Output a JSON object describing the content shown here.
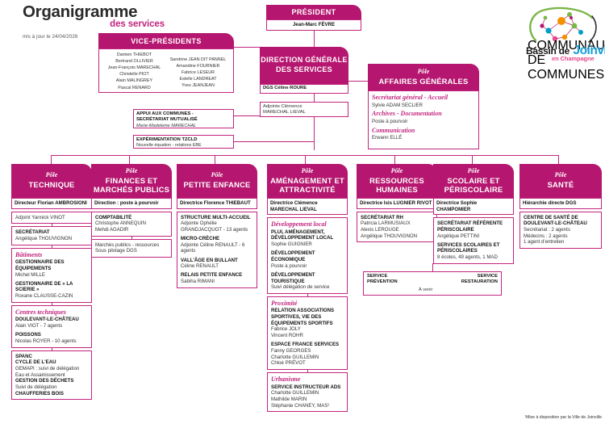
{
  "header": {
    "title_main": "Organigramme",
    "title_sub": "des services",
    "updated": "mis à jour le 24/04/2026"
  },
  "logo": {
    "line_small": "COMMUNAUTÉ DE COMMUNES",
    "line_main_1": "Bassin de",
    "line_main_2": "Joinville",
    "line_sub": "en Champagne"
  },
  "footnote": "¹Mise à disposition par la Ville de Joinville",
  "top": {
    "president": {
      "title": "PRÉSIDENT",
      "name": "Jean-Marc FÈVRE"
    },
    "vice_presidents": {
      "title": "VICE-PRÉSIDENTS",
      "col1": [
        "Damien THIEBOT",
        "Bertrand OLLIVIER",
        "Jean-François MARECHAL",
        "Christelle PIOT",
        "Alain MALINGREY",
        "Pascal RENARD"
      ],
      "col2": [
        "Sandrine JEAN DIT PANNEL",
        "Amandine FOURNIER",
        "Fabrice LESEUR",
        "Estelle LANDREAT",
        "Yves JEANJEAN"
      ]
    },
    "dgs": {
      "title": "DIRECTION GÉNÉRALE DES SERVICES",
      "name": "DGS Céline ROURE"
    },
    "adjointe": {
      "line1": "Adjointe Clémence",
      "line2": "MARECHAL LIEVAL"
    },
    "appui": {
      "title_line1": "APPUI AUX COMMUNES -",
      "title_line2": "SECRÉTARIAT MUTUALISÉ",
      "name": "Marie-Madeleine MARECHAL"
    },
    "tzcld": {
      "title": "EXPÉRIMENTATION TZCLD",
      "name": "Nouvelle équation - relations EBE"
    },
    "affaires_generales": {
      "pole_word": "Pôle",
      "name": "AFFAIRES GÉNÉRALES",
      "items": [
        {
          "head": "Secrétariat général - Accueil",
          "lines": [
            "Sylvie ADAM SECLIER"
          ]
        },
        {
          "head": "Archives - Documentation",
          "lines": [
            "Poste à pourvoir"
          ]
        },
        {
          "head": "Communication",
          "lines": [
            "Erwann ELLÉ"
          ]
        }
      ]
    }
  },
  "poles": [
    {
      "pole_word": "Pôle",
      "name": "TECHNIQUE",
      "director": "Directeur Florian AMBROSIONI",
      "blocks": [
        {
          "rows": [
            {
              "t": "Adjoint Yannick VINOT",
              "s": "n"
            }
          ]
        },
        {
          "rows": [
            {
              "t": "SECRÉTARIAT",
              "s": "b"
            },
            {
              "t": "Angélique THOUVIGNON",
              "s": "n"
            }
          ]
        },
        {
          "head": "Bâtiments",
          "rows": [
            {
              "t": "GESTIONNAIRE DES",
              "s": "b"
            },
            {
              "t": "ÉQUIPEMENTS",
              "s": "b"
            },
            {
              "t": "Michel MILLE",
              "s": "n"
            },
            {
              "t": "",
              "s": "sp"
            },
            {
              "t": "GESTIONNAIRE DE « LA",
              "s": "b"
            },
            {
              "t": "SCIERIE »",
              "s": "b"
            },
            {
              "t": "Roxane CLAUSSE-CAZIN",
              "s": "n"
            }
          ]
        },
        {
          "head": "Centres techniques",
          "rows": [
            {
              "t": "DOULEVANT-LE-CHÂTEAU",
              "s": "b"
            },
            {
              "t": "Alain VIOT - 7 agents",
              "s": "n"
            },
            {
              "t": "",
              "s": "sp"
            },
            {
              "t": "POISSONS",
              "s": "b"
            },
            {
              "t": "Nicolas ROYER - 10 agents",
              "s": "n"
            }
          ]
        },
        {
          "rows": [
            {
              "t": "SPANC",
              "s": "b"
            },
            {
              "t": "CYCLE DE L'EAU",
              "s": "b"
            },
            {
              "t": "GEMAPI : suivi de délégation",
              "s": "n"
            },
            {
              "t": "Eau et Assainissement",
              "s": "n"
            },
            {
              "t": "GESTION DES DÉCHETS",
              "s": "b"
            },
            {
              "t": "Suivi de délégation",
              "s": "n"
            },
            {
              "t": "CHAUFFERIES BOIS",
              "s": "b"
            }
          ]
        }
      ]
    },
    {
      "pole_word": "Pôle",
      "name": "FINANCES ET MARCHÉS PUBLICS",
      "director": "Direction : poste à pourvoir",
      "blocks": [
        {
          "rows": [
            {
              "t": "COMPTABILITÉ",
              "s": "b"
            },
            {
              "t": "Christophe ANNEQUIN",
              "s": "n"
            },
            {
              "t": "Mehdi AGADIR",
              "s": "n"
            }
          ]
        },
        {
          "rows": [
            {
              "t": "Marchés publics - ressources",
              "s": "n"
            },
            {
              "t": "Sous pilotage DGS",
              "s": "n"
            }
          ]
        }
      ]
    },
    {
      "pole_word": "Pôle",
      "name": "PETITE ENFANCE",
      "director": "Directrice Florence THIEBAUT",
      "blocks": [
        {
          "rows": [
            {
              "t": "STRUCTURE MULTI-ACCUEIL",
              "s": "b"
            },
            {
              "t": "Adjointe Ophélie",
              "s": "n"
            },
            {
              "t": "GRANDJACQUOT - 13 agents",
              "s": "n"
            },
            {
              "t": "",
              "s": "sp"
            },
            {
              "t": "MICRO-CRÈCHE",
              "s": "b"
            },
            {
              "t": "Adjointe Céline RENAULT - 6",
              "s": "n"
            },
            {
              "t": "agents",
              "s": "n"
            },
            {
              "t": "",
              "s": "sp"
            },
            {
              "t": "VALL'ÂGE EN BULLANT",
              "s": "b"
            },
            {
              "t": "Céline RENAULT",
              "s": "n"
            },
            {
              "t": "",
              "s": "sp"
            },
            {
              "t": "RELAIS PETITE ENFANCE",
              "s": "b"
            },
            {
              "t": "Sabiha RIMANI",
              "s": "n"
            }
          ]
        }
      ]
    },
    {
      "pole_word": "Pôle",
      "name": "AMÉNAGEMENT ET ATTRACTIVITÉ",
      "director": "Directrice Clémence MARECHAL LIEVAL",
      "blocks": [
        {
          "head": "Développement local",
          "rows": [
            {
              "t": "PLUI, AMÉNAGEMENT,",
              "s": "b"
            },
            {
              "t": "DÉVELOPPEMENT LOCAL",
              "s": "b"
            },
            {
              "t": "Sophie GUIGNIER",
              "s": "n"
            },
            {
              "t": "",
              "s": "sp"
            },
            {
              "t": "DÉVELOPPEMENT",
              "s": "b"
            },
            {
              "t": "ÉCONOMIQUE",
              "s": "b"
            },
            {
              "t": "Poste à pourvoir",
              "s": "n"
            },
            {
              "t": "",
              "s": "sp"
            },
            {
              "t": "DÉVELOPPEMENT",
              "s": "b"
            },
            {
              "t": "TOURISTIQUE",
              "s": "b"
            },
            {
              "t": "Suivi délégation de service",
              "s": "n"
            }
          ]
        },
        {
          "head": "Proximité",
          "rows": [
            {
              "t": "RELATION ASSOCIATIONS",
              "s": "b"
            },
            {
              "t": "SPORTIVES, VIE DES",
              "s": "b"
            },
            {
              "t": "ÉQUIPEMENTS SPORTIFS",
              "s": "b"
            },
            {
              "t": "Fabrice JOLY",
              "s": "n"
            },
            {
              "t": "Vincent ROHR",
              "s": "n"
            },
            {
              "t": "",
              "s": "sp"
            },
            {
              "t": "ESPACE FRANCE SERVICES",
              "s": "b"
            },
            {
              "t": "Fanny GEORGES",
              "s": "n"
            },
            {
              "t": "Charlotte GUILLEMIN",
              "s": "n"
            },
            {
              "t": "Chloé PRÉVOT",
              "s": "n"
            }
          ]
        },
        {
          "head": "Urbanisme",
          "rows": [
            {
              "t": "SERVICE INSTRUCTEUR ADS",
              "s": "b"
            },
            {
              "t": "Charlotte GUILLEMIN",
              "s": "n"
            },
            {
              "t": "Mathilde MARIN",
              "s": "n"
            },
            {
              "t": "Stéphanie CHANEY, MAS¹",
              "s": "n"
            }
          ]
        }
      ]
    },
    {
      "pole_word": "Pôle",
      "name": "RESSOURCES HUMAINES",
      "director": "Directrice Isis LUGNIER RIVOT",
      "blocks": [
        {
          "rows": [
            {
              "t": "SECRÉTARIAT RH",
              "s": "b"
            },
            {
              "t": "Patricia LARMUSIAUX",
              "s": "n"
            },
            {
              "t": "Alexis LEROUGE",
              "s": "n"
            },
            {
              "t": "Angélique THOUVIGNON",
              "s": "n"
            }
          ]
        }
      ]
    },
    {
      "pole_word": "Pôle",
      "name": "SCOLAIRE ET PÉRISCOLAIRE",
      "director": "Directrice Sophie CHAMPOMIER",
      "blocks": [
        {
          "rows": [
            {
              "t": "SECRÉTARIAT RÉFÉRENTE",
              "s": "b"
            },
            {
              "t": "PÉRISCOLAIRE",
              "s": "b"
            },
            {
              "t": "Angélique PETTINI",
              "s": "n"
            },
            {
              "t": "",
              "s": "sp"
            },
            {
              "t": "SERVICES SCOLAIRES ET",
              "s": "b"
            },
            {
              "t": "PÉRISCOLAIRES",
              "s": "b"
            },
            {
              "t": "8 écoles, 49 agents, 1 MAD",
              "s": "n"
            }
          ]
        }
      ]
    },
    {
      "pole_word": "Pôle",
      "name": "SANTÉ",
      "director": "Hiérarchie directe DGS",
      "blocks": [
        {
          "rows": [
            {
              "t": "CENTRE DE SANTÉ DE",
              "s": "b"
            },
            {
              "t": "DOULEVANT-LE-CHÂTEAU",
              "s": "b"
            },
            {
              "t": "Secrétariat : 2 agents",
              "s": "n"
            },
            {
              "t": "Médecins : 2 agents",
              "s": "n"
            },
            {
              "t": "1 agent d'entretien",
              "s": "n"
            }
          ]
        }
      ]
    }
  ],
  "shared": {
    "service_prevention_l1": "SERVICE",
    "service_prevention_l2": "PRÉVENTION",
    "service_restauration_l1": "SERVICE",
    "service_restauration_l2": "RESTAURATION",
    "a_venir": "À venir"
  }
}
